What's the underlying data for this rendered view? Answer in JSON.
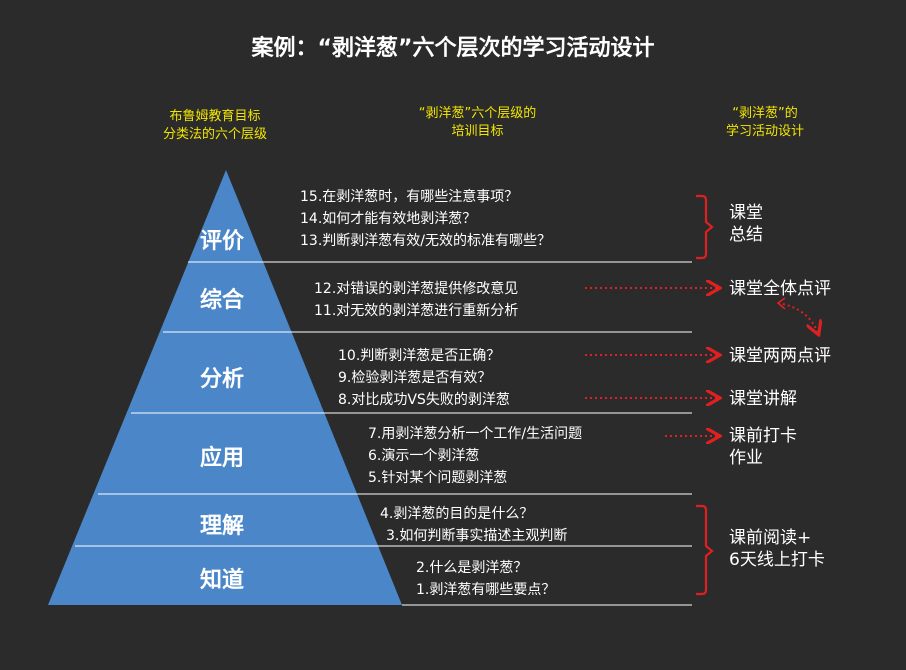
{
  "title": "案例：“剥洋葱”六个层次的学习活动设计",
  "headers": {
    "bloom": [
      "布鲁姆教育目标",
      "分类法的六个层级"
    ],
    "onion_levels": [
      "“剥洋葱”六个层级的",
      "培训目标"
    ],
    "activity": [
      "“剥洋葱”的",
      "学习活动设计"
    ]
  },
  "levels": [
    {
      "label": "评价",
      "items": [
        "15.在剥洋葱时，有哪些注意事项？",
        "14.如何才能有效地剥洋葱？",
        "13.判断剥洋葱有效/无效的标准有哪些？"
      ]
    },
    {
      "label": "综合",
      "items": [
        "12.对错误的剥洋葱提供修改意见",
        "11.对无效的剥洋葱进行重新分析"
      ]
    },
    {
      "label": "分析",
      "items": [
        "10.判断剥洋葱是否正确？",
        "9.检验剥洋葱是否有效？",
        "8.对比成功VS失败的剥洋葱"
      ]
    },
    {
      "label": "应用",
      "items": [
        "7.用剥洋葱分析一个工作/生活问题",
        "6.演示一个剥洋葱",
        "5.针对某个问题剥洋葱"
      ]
    },
    {
      "label": "理解",
      "items": [
        "4.剥洋葱的目的是什么？",
        "3.如何判断事实描述主观判断"
      ]
    },
    {
      "label": "知道",
      "items": [
        "2.什么是剥洋葱？",
        "1.剥洋葱有哪些要点？"
      ]
    }
  ],
  "activities": [
    {
      "lines": [
        "课堂",
        "总结"
      ]
    },
    {
      "lines": [
        "课堂全体点评"
      ]
    },
    {
      "lines": [
        "课堂两两点评"
      ]
    },
    {
      "lines": [
        "课堂讲解"
      ]
    },
    {
      "lines": [
        "课前打卡",
        "作业"
      ]
    },
    {
      "lines": [
        "课前阅读+",
        "6天线上打卡"
      ]
    }
  ],
  "colors": {
    "background": "#2b2b2b",
    "pyramid": "#4a86c8",
    "heading": "#f2e600",
    "bracket": "#e02020",
    "arrow": "#e02020",
    "text": "#ffffff"
  }
}
